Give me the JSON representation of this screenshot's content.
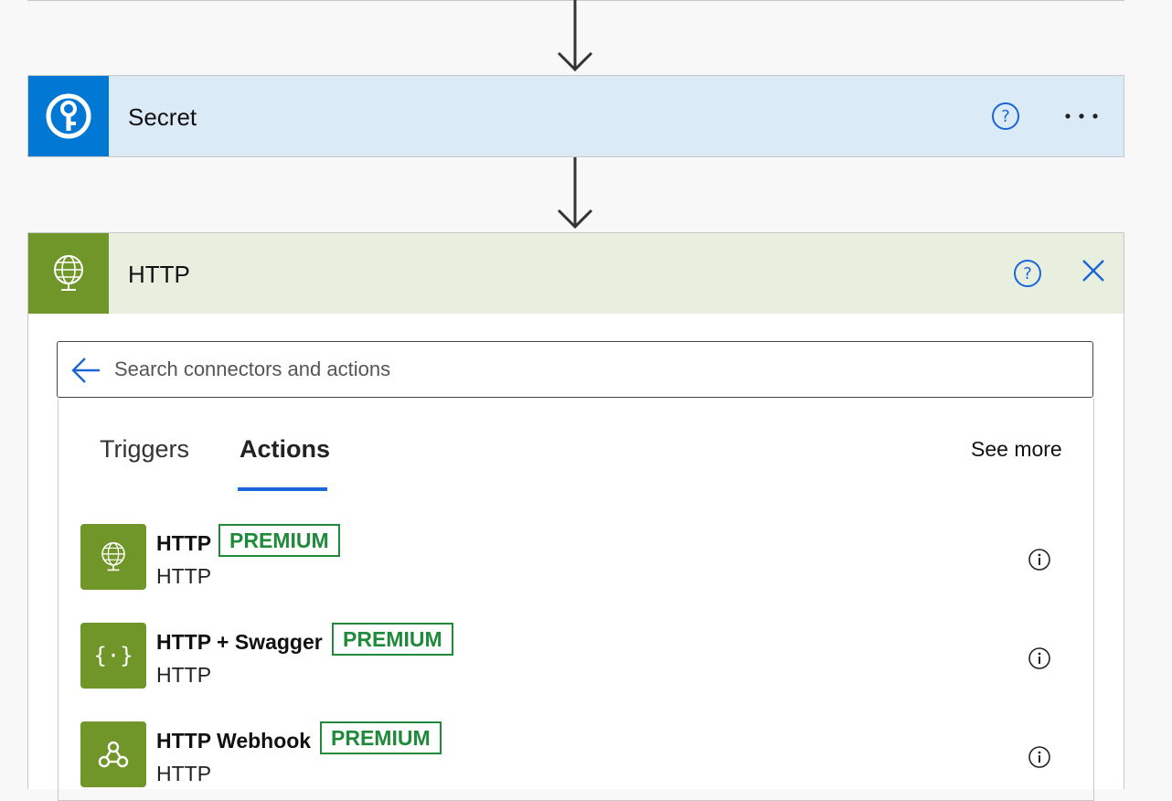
{
  "steps": [
    {
      "title": "Secret",
      "icon": "key-vault-icon",
      "accent": "#0078d4",
      "header_bg": "#dbeaf7"
    },
    {
      "title": "HTTP",
      "icon": "globe-icon",
      "accent": "#70962a",
      "header_bg": "#e8efdf"
    }
  ],
  "search": {
    "placeholder": "Search connectors and actions"
  },
  "tabs": [
    {
      "label": "Triggers",
      "selected": false
    },
    {
      "label": "Actions",
      "selected": true
    }
  ],
  "see_more_label": "See more",
  "actions": [
    {
      "name": "HTTP",
      "badge": "PREMIUM",
      "connector": "HTTP",
      "icon": "globe-icon"
    },
    {
      "name": "HTTP + Swagger",
      "badge": "PREMIUM",
      "connector": "HTTP",
      "icon": "swagger-braces-icon"
    },
    {
      "name": "HTTP Webhook",
      "badge": "PREMIUM",
      "connector": "HTTP",
      "icon": "webhook-icon"
    }
  ],
  "colors": {
    "premium": "#1f8a3a",
    "tab_underline": "#1a66d9",
    "link_blue": "#1a66d9"
  }
}
